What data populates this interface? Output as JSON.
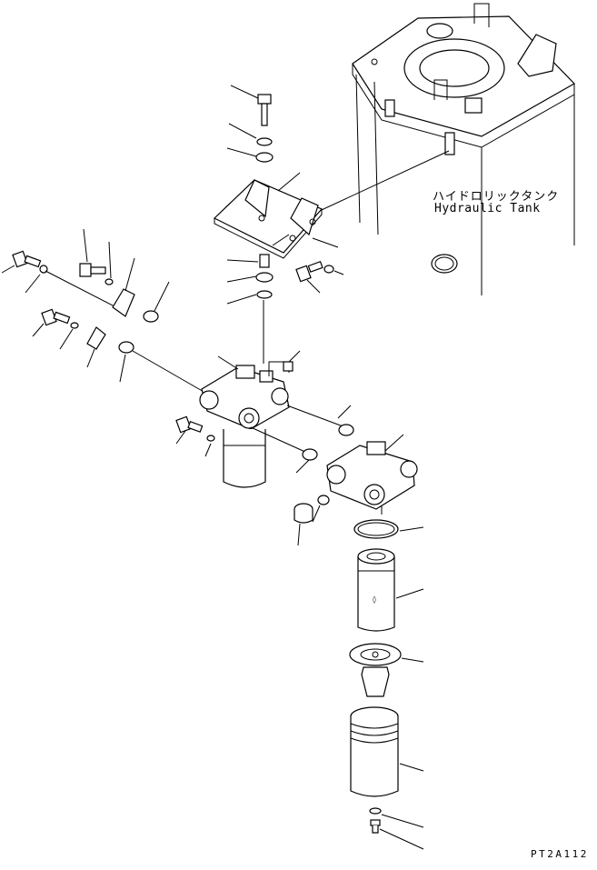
{
  "labels": {
    "tank_jp": "ハイドロリックタンク",
    "tank_en": "Hydraulic Tank",
    "figure_code": "PT2A112"
  }
}
